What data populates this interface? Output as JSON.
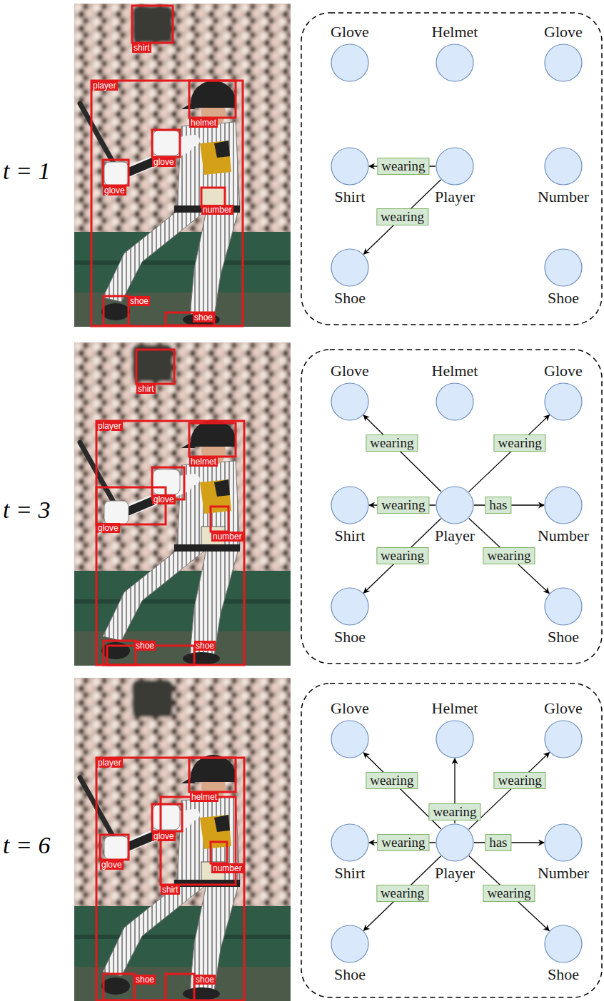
{
  "diagram": {
    "nodes": [
      {
        "text": [
          "Glove"
        ]
      },
      {
        "text": [
          "Helmet"
        ]
      },
      {
        "text": [
          "Glove"
        ]
      },
      {
        "text": [
          "Shirt"
        ]
      },
      {
        "text": [
          "Player"
        ]
      },
      {
        "text": [
          "Number"
        ]
      },
      {
        "text": [
          "Shoe"
        ]
      },
      {
        "text": [
          "Shoe"
        ]
      },
      {
        "text": [
          "Glove"
        ]
      },
      {
        "text": [
          "Helmet"
        ]
      },
      {
        "text": [
          "Glove"
        ]
      },
      {
        "text": [
          "Shirt"
        ]
      },
      {
        "text": [
          "Player"
        ]
      },
      {
        "text": [
          "Number"
        ]
      },
      {
        "text": [
          "Shoe"
        ]
      },
      {
        "text": [
          "Shoe"
        ]
      },
      {
        "text": [
          "Glove"
        ]
      },
      {
        "text": [
          "Helmet"
        ]
      },
      {
        "text": [
          "Glove"
        ]
      },
      {
        "text": [
          "Shirt"
        ]
      },
      {
        "text": [
          "Player"
        ]
      },
      {
        "text": [
          "Number"
        ]
      },
      {
        "text": [
          "Shoe"
        ]
      },
      {
        "text": [
          "Shoe"
        ]
      }
    ],
    "edges": [
      {
        "from": 4,
        "to": 3,
        "label": "wearing",
        "arrow": "to"
      },
      {
        "from": 4,
        "to": 6,
        "label": "wearing",
        "arrow": "to"
      },
      {
        "from": 12,
        "to": 8,
        "label": "wearing",
        "arrow": "to"
      },
      {
        "from": 12,
        "to": 10,
        "label": "wearing",
        "arrow": "to"
      },
      {
        "from": 12,
        "to": 11,
        "label": "wearing",
        "arrow": "to"
      },
      {
        "from": 12,
        "to": 13,
        "label": "has",
        "arrow": "to"
      },
      {
        "from": 12,
        "to": 14,
        "label": "wearing",
        "arrow": "to"
      },
      {
        "from": 12,
        "to": 15,
        "label": "wearing",
        "arrow": "to"
      },
      {
        "from": 20,
        "to": 16,
        "label": "wearing",
        "arrow": "to"
      },
      {
        "from": 20,
        "to": 17,
        "label": "wearing",
        "arrow": "to"
      },
      {
        "from": 20,
        "to": 18,
        "label": "wearing",
        "arrow": "to"
      },
      {
        "from": 20,
        "to": 19,
        "label": "wearing",
        "arrow": "to"
      },
      {
        "from": 20,
        "to": 21,
        "label": "has",
        "arrow": "to"
      },
      {
        "from": 20,
        "to": 22,
        "label": "wearing",
        "arrow": "to"
      },
      {
        "from": 20,
        "to": 23,
        "label": "wearing",
        "arrow": "to"
      }
    ],
    "labels": [
      "t = 1",
      "shirt",
      "player",
      "helmet",
      "glove",
      "glove",
      "number",
      "shoe",
      "shoe",
      "t = 3",
      "shirt",
      "player",
      "helmet",
      "glove",
      "glove",
      "number",
      "shoe",
      "shoe",
      "t = 6",
      "player",
      "helmet",
      "glove",
      "glove",
      "number",
      "shirt",
      "shoe",
      "shoe"
    ]
  }
}
